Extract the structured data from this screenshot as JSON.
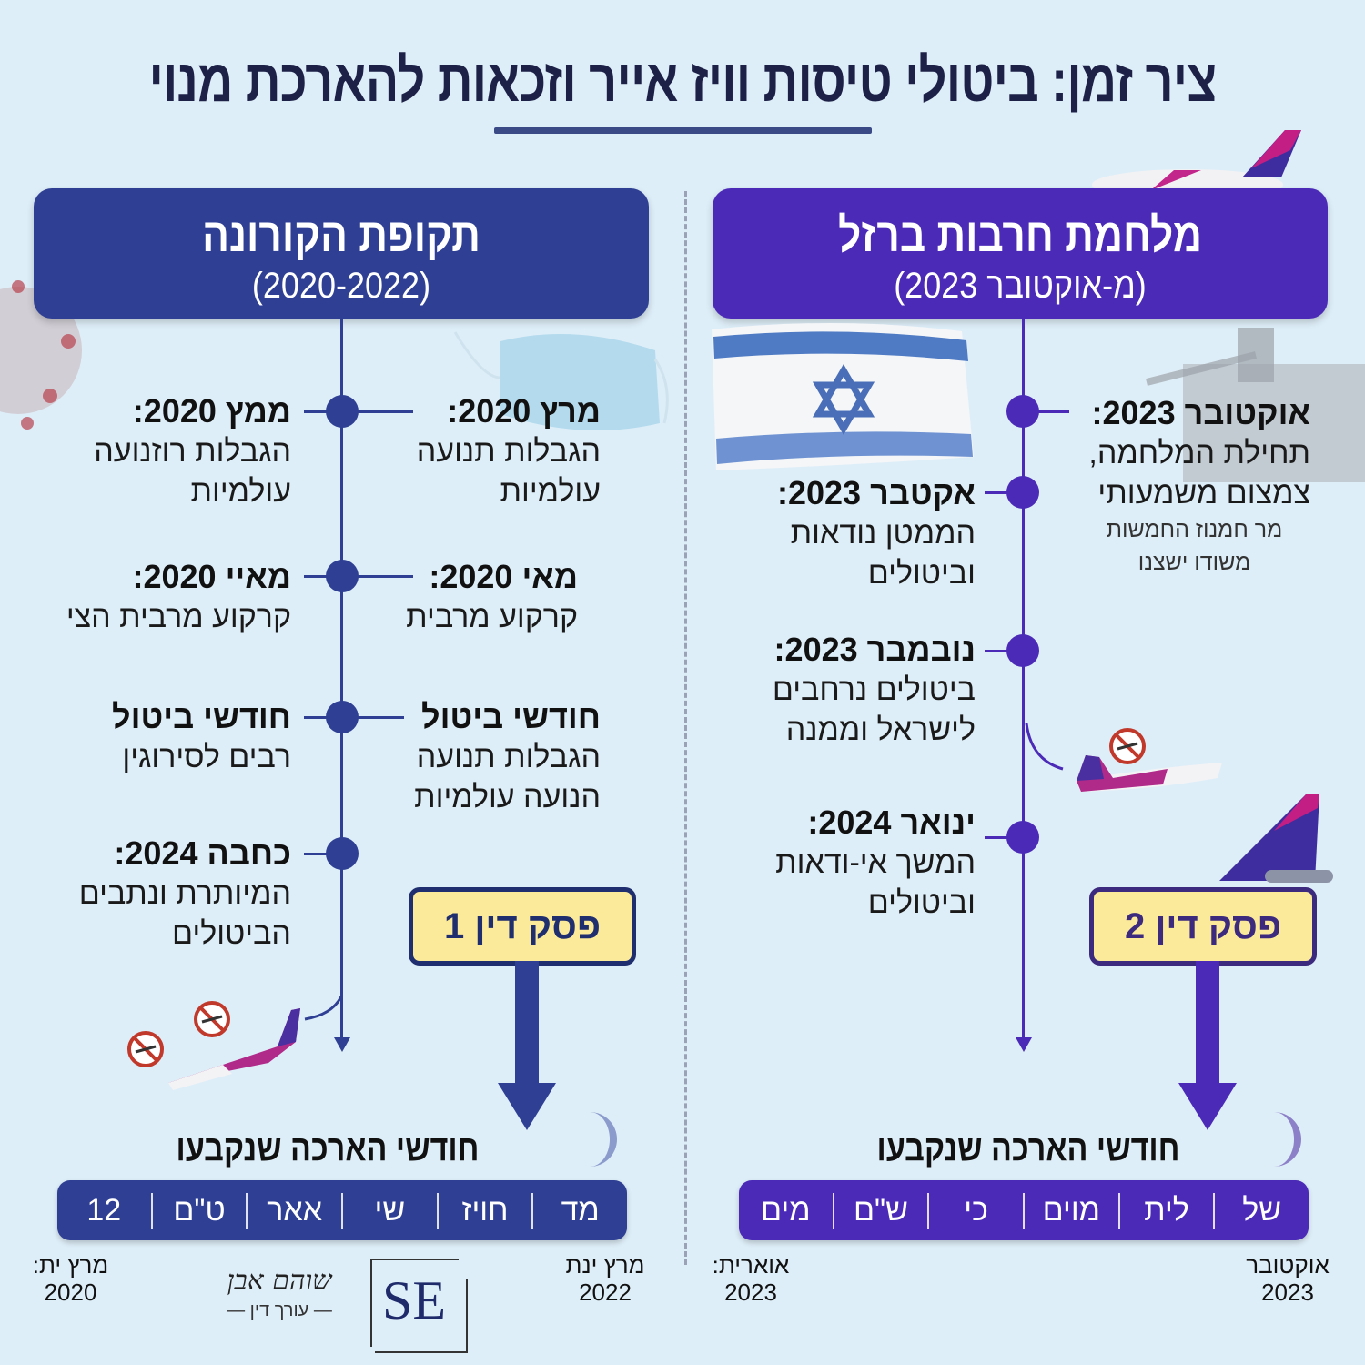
{
  "title": "ציר זמן: ביטולי טיסות וויז אייר וזכאות להארכת מנוי",
  "left_panel": {
    "header": {
      "title": "תקופת הקורונה",
      "subtitle": "(2020-2022)"
    },
    "color": "#2f4094",
    "events_right": [
      {
        "date": "מרץ 2020:",
        "lines": [
          "הגבלות תנועה",
          "עולמיות"
        ]
      },
      {
        "date": "מאי 2020:",
        "lines": [
          "קרקוע מרבית"
        ]
      },
      {
        "date": "חודשי ביטול",
        "lines": [
          "הגבלות תנועה",
          "הנועה עולמיות"
        ]
      }
    ],
    "events_left": [
      {
        "date": "ממץ 2020:",
        "lines": [
          "הגבלות רוזנועה",
          "עולמיות"
        ]
      },
      {
        "date": "מאיי 2020:",
        "lines": [
          "קרקוע מרבית הצי"
        ]
      },
      {
        "date": "חודשי ביטול",
        "lines": [
          "רבים לסירוגין"
        ]
      },
      {
        "date": "כחבה 2024:",
        "lines": [
          "המיותרת ונתבים",
          "הביטולים"
        ]
      }
    ],
    "ruling": "פסק דין 1",
    "extension_title": "חודשי הארכה שנקבעו",
    "extension_cells": [
      "מד",
      "חויז",
      "שי",
      "אאר",
      "ט\"ם",
      "12"
    ],
    "footer_right": {
      "label": "מרץ ינת",
      "year": "2022"
    },
    "footer_left": {
      "label": "מרץ ית:",
      "year": "2020"
    }
  },
  "right_panel": {
    "header": {
      "title": "מלחמת חרבות ברזל",
      "subtitle": "(מ-אוקטובר 2023)"
    },
    "color": "#4b2ab8",
    "events_right": [
      {
        "date": "אוקטובר 2023:",
        "lines": [
          "תחילת המלחמה,",
          "צמצום משמעותי"
        ],
        "small": [
          "מר חמנוז החמשות",
          "משודו ישצנו"
        ]
      }
    ],
    "events_left": [
      {
        "date": "אקטבר 2023:",
        "lines": [
          "הממטן נודאות",
          "וביטולים"
        ]
      },
      {
        "date": "נובמבר 2023:",
        "lines": [
          "ביטולים נרחבים",
          "לישראל וממנה"
        ]
      },
      {
        "date": "ינואר 2024:",
        "lines": [
          "המשך אי-ודאות",
          "וביטולים"
        ]
      }
    ],
    "ruling": "פסק דין 2",
    "extension_title": "חודשי הארכה שנקבעו",
    "extension_cells": [
      "של",
      "לית",
      "מוים",
      "כי",
      "ש\"ם",
      "מים"
    ],
    "footer_right": {
      "label": "אוקטובר",
      "year": "2023"
    },
    "footer_left": {
      "label": "אוארית:",
      "year": "2023"
    }
  },
  "logo": {
    "initials": "SE",
    "signature": "שוהם אבן",
    "role": "עורך דין"
  }
}
